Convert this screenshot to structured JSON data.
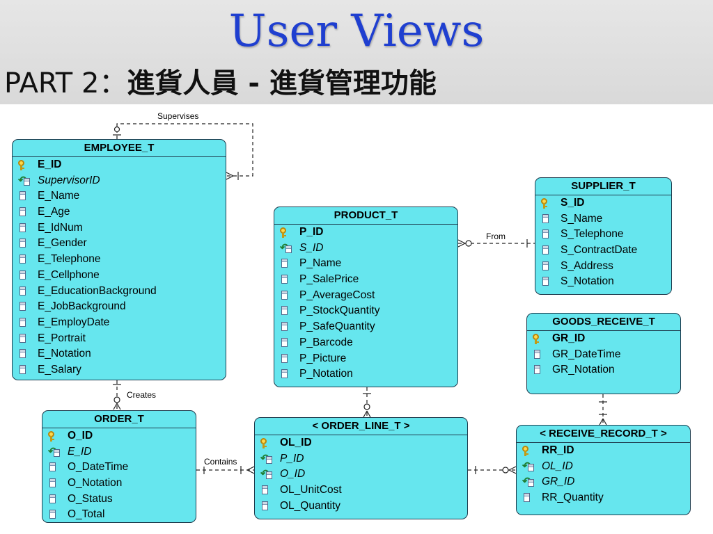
{
  "header": {
    "title": "User Views",
    "subtitle_part": "PART 2：",
    "subtitle_cn": "進貨人員 - 進貨管理功能"
  },
  "colors": {
    "entity_fill": "#66e6ee",
    "entity_border": "#1d3a4c",
    "title_blue": "#1f3fd0",
    "header_band": "#d9d9d9"
  },
  "entities": {
    "employee": {
      "name": "EMPLOYEE_T",
      "attributes": [
        {
          "label": "E_ID",
          "kind": "pk"
        },
        {
          "label": "SupervisorID",
          "kind": "fk"
        },
        {
          "label": "E_Name",
          "kind": "col"
        },
        {
          "label": "E_Age",
          "kind": "col"
        },
        {
          "label": "E_IdNum",
          "kind": "col"
        },
        {
          "label": "E_Gender",
          "kind": "col"
        },
        {
          "label": "E_Telephone",
          "kind": "col"
        },
        {
          "label": "E_Cellphone",
          "kind": "col"
        },
        {
          "label": "E_EducationBackground",
          "kind": "col"
        },
        {
          "label": "E_JobBackground",
          "kind": "col"
        },
        {
          "label": "E_EmployDate",
          "kind": "col"
        },
        {
          "label": "E_Portrait",
          "kind": "col"
        },
        {
          "label": "E_Notation",
          "kind": "col"
        },
        {
          "label": "E_Salary",
          "kind": "col"
        }
      ]
    },
    "product": {
      "name": "PRODUCT_T",
      "attributes": [
        {
          "label": "P_ID",
          "kind": "pk"
        },
        {
          "label": "S_ID",
          "kind": "fk"
        },
        {
          "label": "P_Name",
          "kind": "col"
        },
        {
          "label": "P_SalePrice",
          "kind": "col"
        },
        {
          "label": "P_AverageCost",
          "kind": "col"
        },
        {
          "label": "P_StockQuantity",
          "kind": "col"
        },
        {
          "label": "P_SafeQuantity",
          "kind": "col"
        },
        {
          "label": "P_Barcode",
          "kind": "col"
        },
        {
          "label": "P_Picture",
          "kind": "col"
        },
        {
          "label": "P_Notation",
          "kind": "col"
        }
      ]
    },
    "supplier": {
      "name": "SUPPLIER_T",
      "attributes": [
        {
          "label": "S_ID",
          "kind": "pk"
        },
        {
          "label": "S_Name",
          "kind": "col"
        },
        {
          "label": "S_Telephone",
          "kind": "col"
        },
        {
          "label": "S_ContractDate",
          "kind": "col"
        },
        {
          "label": "S_Address",
          "kind": "col"
        },
        {
          "label": "S_Notation",
          "kind": "col"
        }
      ]
    },
    "goods_receive": {
      "name": "GOODS_RECEIVE_T",
      "attributes": [
        {
          "label": "GR_ID",
          "kind": "pk"
        },
        {
          "label": "GR_DateTime",
          "kind": "col"
        },
        {
          "label": "GR_Notation",
          "kind": "col"
        }
      ]
    },
    "order": {
      "name": "ORDER_T",
      "attributes": [
        {
          "label": "O_ID",
          "kind": "pk"
        },
        {
          "label": "E_ID",
          "kind": "fk"
        },
        {
          "label": "O_DateTime",
          "kind": "col"
        },
        {
          "label": "O_Notation",
          "kind": "col"
        },
        {
          "label": "O_Status",
          "kind": "col"
        },
        {
          "label": "O_Total",
          "kind": "col"
        }
      ]
    },
    "order_line": {
      "name": "< ORDER_LINE_T >",
      "attributes": [
        {
          "label": "OL_ID",
          "kind": "pk"
        },
        {
          "label": "P_ID",
          "kind": "fk"
        },
        {
          "label": "O_ID",
          "kind": "fk"
        },
        {
          "label": "OL_UnitCost",
          "kind": "col"
        },
        {
          "label": "OL_Quantity",
          "kind": "col"
        }
      ]
    },
    "receive_record": {
      "name": "< RECEIVE_RECORD_T >",
      "attributes": [
        {
          "label": "RR_ID",
          "kind": "pk"
        },
        {
          "label": "OL_ID",
          "kind": "fk"
        },
        {
          "label": "GR_ID",
          "kind": "fk"
        },
        {
          "label": "RR_Quantity",
          "kind": "col"
        }
      ]
    }
  },
  "relationships": {
    "supervises": "Supervises",
    "from": "From",
    "creates": "Creates",
    "contains": "Contains"
  }
}
